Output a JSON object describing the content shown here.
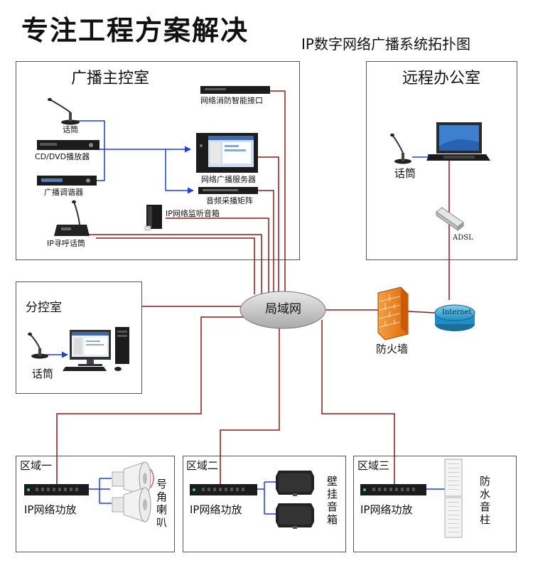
{
  "header": {
    "title": "专注工程方案解决",
    "subtitle": "IP数字网络广播系统拓扑图"
  },
  "rooms": {
    "main": "广播主控室",
    "remote": "远程办公室",
    "sub": "分控室"
  },
  "devices": {
    "mic_main": "话筒",
    "cd_player": "CD/DVD播放器",
    "tuner": "广播调谐器",
    "ip_paging_mic": "IP寻呼话筒",
    "fire_interface": "网络消防智能接口",
    "server": "网络广播服务器",
    "audio_matrix": "音频采播矩阵",
    "monitor_speaker": "IP网络监听音箱",
    "mic_remote": "话筒",
    "adsl": "ADSL",
    "mic_sub": "话筒",
    "lan": "局域网",
    "firewall": "防火墙",
    "internet": "Internet"
  },
  "zones": [
    {
      "label": "区域一",
      "amp": "IP网络功放",
      "speaker": "号角喇叭"
    },
    {
      "label": "区域二",
      "amp": "IP网络功放",
      "speaker": "壁挂音箱"
    },
    {
      "label": "区域三",
      "amp": "IP网络功放",
      "speaker": "防水音柱"
    }
  ],
  "colors": {
    "network_line": "#8b1a1a",
    "audio_line": "#1f3fd6",
    "device_dark": "#1c1c1c"
  }
}
